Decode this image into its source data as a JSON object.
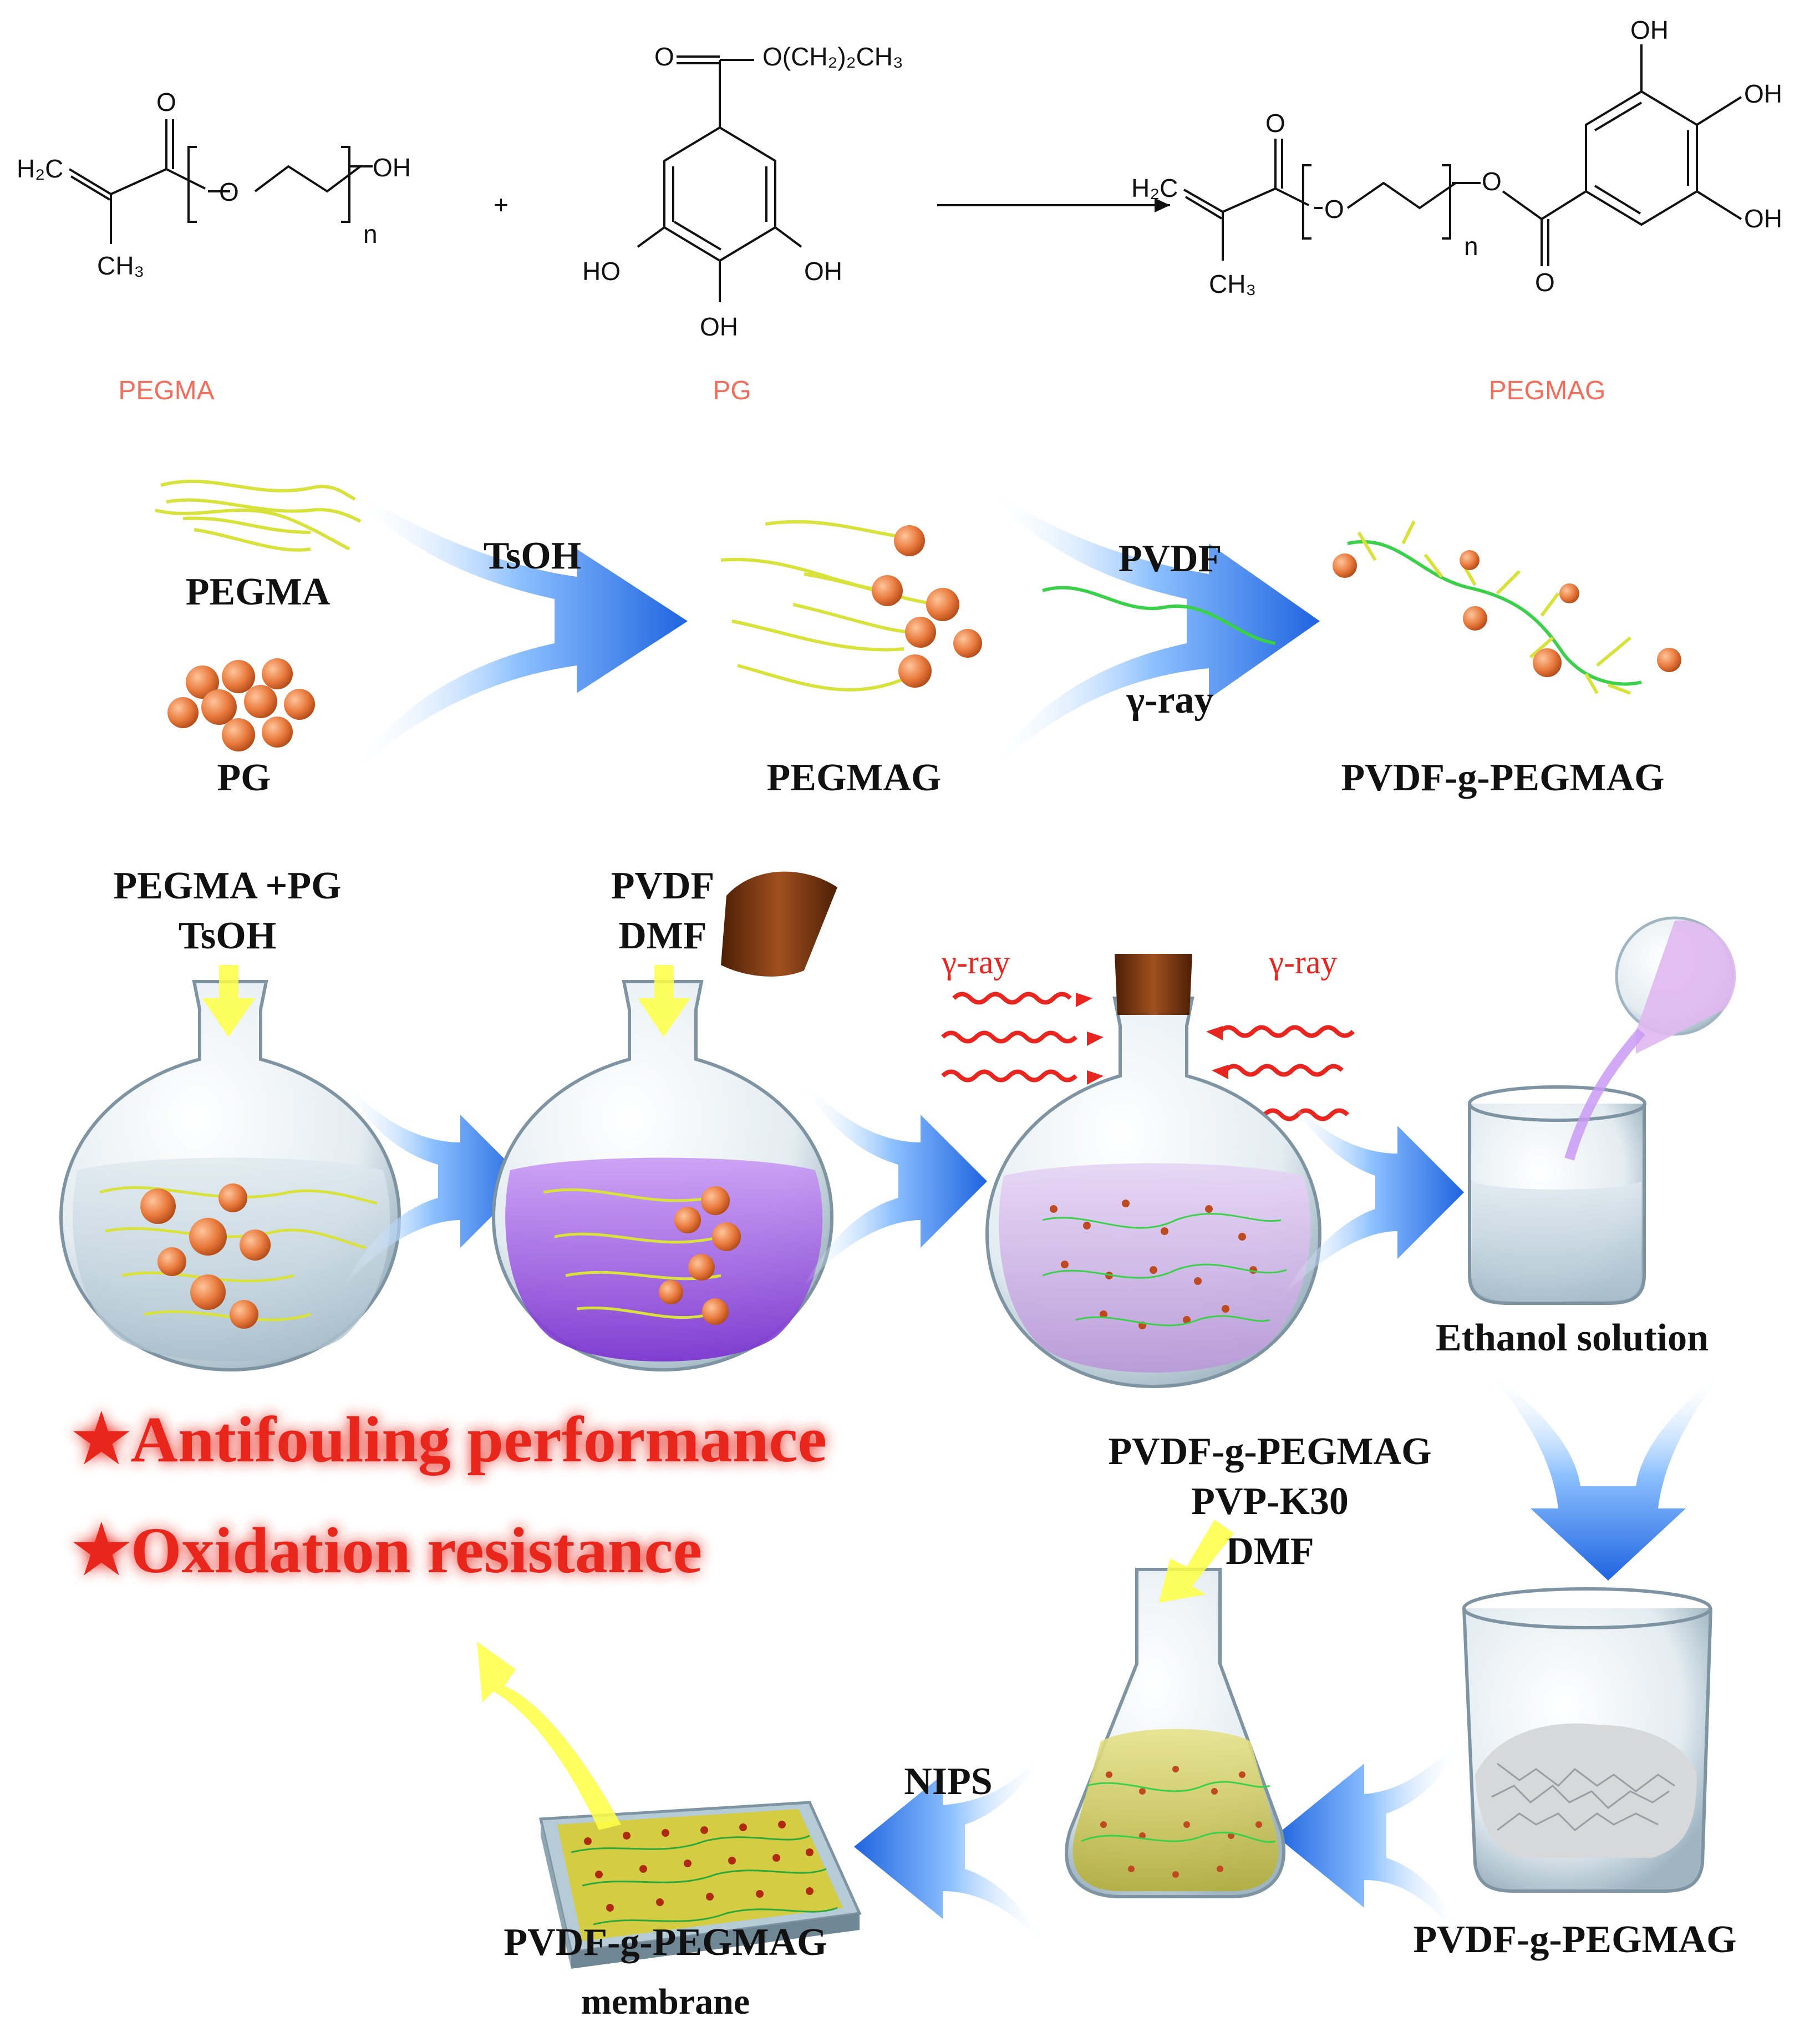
{
  "reaction": {
    "pegma": {
      "h2c": "H₂C",
      "o": "O",
      "ch3": "CH₃",
      "oh": "OH",
      "o_ring": "O",
      "n": "n",
      "name": "PEGMA"
    },
    "plus": "+",
    "pg": {
      "ester": "O(CH₂)₂CH₃",
      "o": "O",
      "ho_left": "HO",
      "oh_right": "OH",
      "oh_bottom": "OH",
      "name": "PG"
    },
    "pegmag": {
      "h2c": "H₂C",
      "o_top": "O",
      "ch3": "CH₃",
      "o_chain": "O",
      "n": "n",
      "o_ester": "O",
      "o_bottom": "O",
      "oh1": "OH",
      "oh2": "OH",
      "oh3": "OH",
      "name": "PEGMAG"
    }
  },
  "scheme": {
    "pegma": "PEGMA",
    "pg": "PG",
    "tsoh": "TsOH",
    "pegmag": "PEGMAG",
    "pvdf": "PVDF",
    "gamma": "γ-ray",
    "product": "PVDF-g-PEGMAG"
  },
  "process": {
    "add1_line1": "PEGMA +PG",
    "add1_line2": "TsOH",
    "add2_line1": "PVDF",
    "add2_line2": "DMF",
    "ray_left": "γ-ray",
    "ray_right": "γ-ray",
    "ethanol": "Ethanol solution",
    "cast_line1": "PVDF-g-PEGMAG",
    "cast_line2": "PVP-K30",
    "cast_line3": "DMF",
    "nips": "NIPS",
    "powder": "PVDF-g-PEGMAG",
    "membrane_line1": "PVDF-g-PEGMAG",
    "membrane_line2": "membrane",
    "property1": "★Antifouling performance",
    "property2": "★Oxidation resistance"
  },
  "colors": {
    "orange_label": "#f26d5b",
    "red": "#e8251f",
    "blue_arrow": "#2f7be8",
    "ball": "#e8793c",
    "chain_yellow": "#d8e23a",
    "chain_green": "#3bd04a",
    "purple": "#a45be0",
    "cork": "#7a3a14"
  }
}
